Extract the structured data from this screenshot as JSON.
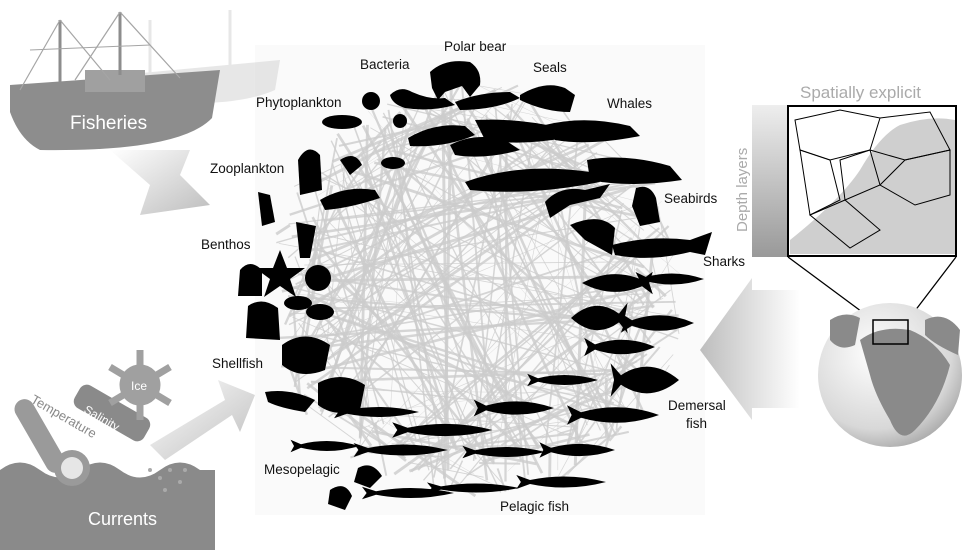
{
  "driver_labels": {
    "fisheries": "Fisheries",
    "currents": "Currents",
    "ice": "Ice",
    "salinity": "Salinity",
    "temperature": "Temperature",
    "spatially_explicit": "Spatially explicit",
    "depth_layers": "Depth layers"
  },
  "group_labels": {
    "bacteria": "Bacteria",
    "polar_bear": "Polar bear",
    "seals": "Seals",
    "phytoplankton": "Phytoplankton",
    "whales": "Whales",
    "zooplankton": "Zooplankton",
    "seabirds": "Seabirds",
    "benthos": "Benthos",
    "sharks": "Sharks",
    "shellfish": "Shellfish",
    "demersal_fish": "Demersal\nfish",
    "mesopelagic": "Mesopelagic",
    "pelagic_fish": "Pelagic fish"
  },
  "colors": {
    "silhouette": "#000000",
    "link": "#cccccc",
    "driver_gray": "#8a8a8a",
    "arrow_light": "#d9d9d9"
  }
}
